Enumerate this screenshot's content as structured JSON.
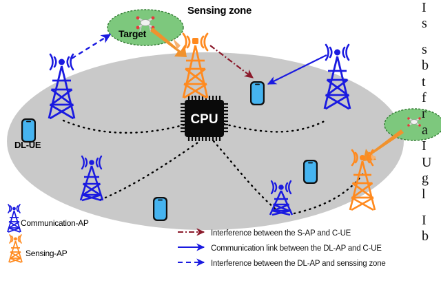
{
  "figure": {
    "title_labels": {
      "sensing_zone": "Sensing zone",
      "target": "Target",
      "dl_ue": "DL-UE",
      "cpu": "CPU"
    },
    "key": {
      "communication_ap": "Communication-AP",
      "sensing_ap": "Sensing-AP"
    },
    "legend": [
      {
        "label": "Interference between the S-AP and C-UE",
        "color": "#8B1A2B",
        "style": "dash-dot",
        "icon": "arrow-right-icon"
      },
      {
        "label": "Communication link between the DL-AP and C-UE",
        "color": "#1a1ae0",
        "style": "solid",
        "icon": "arrow-right-icon"
      },
      {
        "label": "Interference between the DL-AP and senssing zone",
        "color": "#1a1ae0",
        "style": "dashed",
        "icon": "arrow-right-icon"
      }
    ],
    "colors": {
      "coverage_ellipse": "#c9c9c9",
      "sensing_zone": "#7dc87d",
      "communication_ap": "#1a1ae0",
      "sensing_ap": "#ff8a1f",
      "ue_device": "#46b4f0",
      "cpu_block": "#0a0a0a",
      "fronthaul_link": "#000000",
      "interference_s_ap": "#8B1A2B",
      "sensing_beam_arrow": "#f0922e"
    },
    "elements": {
      "communication_aps": 5,
      "sensing_aps": 2,
      "ue_devices": 4,
      "sensing_zones": 2,
      "targets": 2,
      "cpu_units": 1
    }
  },
  "side_text_column": [
    "I",
    "s",
    "",
    "s",
    "b",
    "t",
    "f",
    "r",
    "a",
    "I",
    "U",
    "",
    "g",
    "l",
    "",
    "I",
    "b"
  ]
}
